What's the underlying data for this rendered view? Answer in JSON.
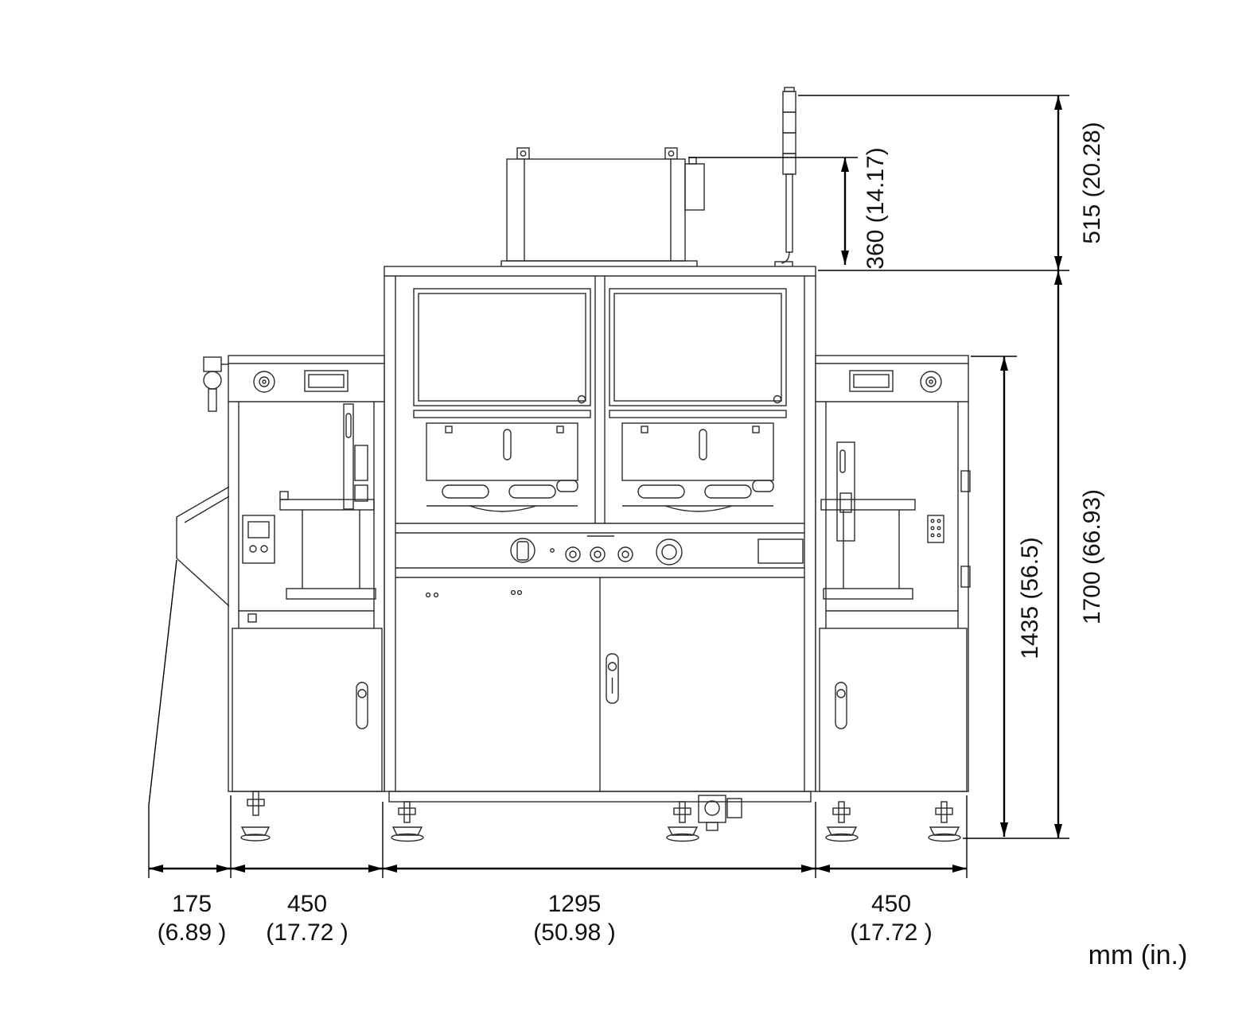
{
  "units_label": "mm (in.)",
  "dimensions": {
    "tower_height": "515 (20.28)",
    "monitor_height": "360 (14.17)",
    "overall_height": "1700 (66.93)",
    "frame_height": "1435 (56.5)",
    "left_offset_mm": "175",
    "left_offset_in": "(6.89 )",
    "left_module_mm": "450",
    "left_module_in": "(17.72 )",
    "center_width_mm": "1295",
    "center_width_in": "(50.98 )",
    "right_module_mm": "450",
    "right_module_in": "(17.72 )"
  }
}
